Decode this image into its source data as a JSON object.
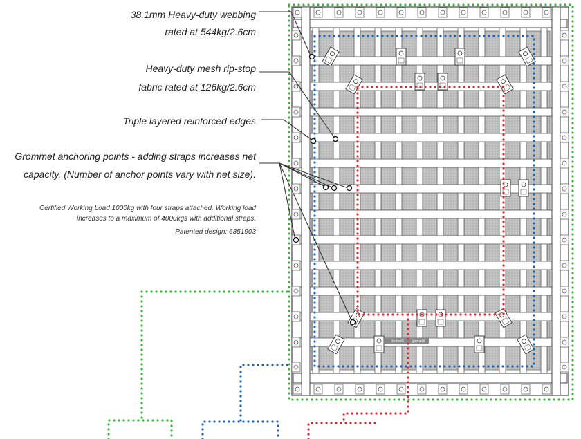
{
  "callouts": {
    "webbing": [
      "38.1mm Heavy-duty webbing",
      "rated at 544kg/2.6cm"
    ],
    "mesh": [
      "Heavy-duty mesh rip-stop",
      "fabric rated at 126kg/2.6cm"
    ],
    "edges": [
      "Triple layered reinforced edges"
    ],
    "grommets": [
      "Grommet anchoring points - adding straps increases net",
      "capacity. (Number of anchor points vary with net size)."
    ]
  },
  "notes": {
    "line1": "Certified Working Load 1000kg with four straps attached. Working load",
    "line2": "increases to a maximum of 4000kgs with additional straps.",
    "patent": "Patented design: 6851903"
  },
  "net_label": {
    "left": "Product",
    "right": "Warning"
  },
  "colors": {
    "green": "#3db33d",
    "blue": "#1f63b5",
    "red": "#e0262a",
    "mesh": "#c8c8c8",
    "line": "#333333"
  }
}
